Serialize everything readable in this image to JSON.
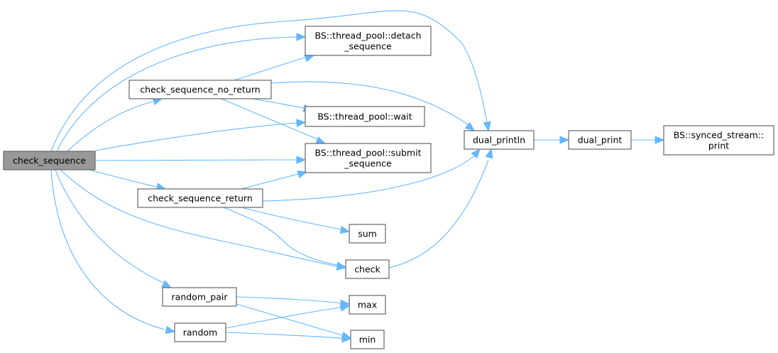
{
  "diagram": {
    "type": "call-graph",
    "edge_color": "#63b8ff",
    "node_border_color": "#666666",
    "root_fill_color": "#999999",
    "nodes": [
      {
        "id": "check_sequence",
        "lines": [
          "check_sequence"
        ],
        "root": true
      },
      {
        "id": "check_sequence_no_return",
        "lines": [
          "check_sequence_no_return"
        ]
      },
      {
        "id": "check_sequence_return",
        "lines": [
          "check_sequence_return"
        ]
      },
      {
        "id": "random_pair",
        "lines": [
          "random_pair"
        ]
      },
      {
        "id": "random",
        "lines": [
          "random"
        ]
      },
      {
        "id": "detach_sequence",
        "lines": [
          "BS::thread_pool::detach",
          "_sequence"
        ]
      },
      {
        "id": "wait",
        "lines": [
          "BS::thread_pool::wait"
        ]
      },
      {
        "id": "submit_sequence",
        "lines": [
          "BS::thread_pool::submit",
          "_sequence"
        ]
      },
      {
        "id": "sum",
        "lines": [
          "sum"
        ]
      },
      {
        "id": "check",
        "lines": [
          "check"
        ]
      },
      {
        "id": "max",
        "lines": [
          "max"
        ]
      },
      {
        "id": "min",
        "lines": [
          "min"
        ]
      },
      {
        "id": "dual_println",
        "lines": [
          "dual_println"
        ]
      },
      {
        "id": "dual_print",
        "lines": [
          "dual_print"
        ]
      },
      {
        "id": "synced_print",
        "lines": [
          "BS::synced_stream::",
          "print"
        ]
      }
    ],
    "edges": [
      {
        "from": "check_sequence",
        "to": "dual_println"
      },
      {
        "from": "check_sequence",
        "to": "detach_sequence"
      },
      {
        "from": "check_sequence",
        "to": "check_sequence_no_return"
      },
      {
        "from": "check_sequence",
        "to": "wait"
      },
      {
        "from": "check_sequence",
        "to": "submit_sequence"
      },
      {
        "from": "check_sequence",
        "to": "check_sequence_return"
      },
      {
        "from": "check_sequence",
        "to": "check"
      },
      {
        "from": "check_sequence",
        "to": "random_pair"
      },
      {
        "from": "check_sequence",
        "to": "random"
      },
      {
        "from": "check_sequence_no_return",
        "to": "detach_sequence"
      },
      {
        "from": "check_sequence_no_return",
        "to": "dual_println"
      },
      {
        "from": "check_sequence_no_return",
        "to": "wait"
      },
      {
        "from": "check_sequence_no_return",
        "to": "submit_sequence"
      },
      {
        "from": "check_sequence_return",
        "to": "submit_sequence"
      },
      {
        "from": "check_sequence_return",
        "to": "dual_println"
      },
      {
        "from": "check_sequence_return",
        "to": "sum"
      },
      {
        "from": "check_sequence_return",
        "to": "check"
      },
      {
        "from": "check",
        "to": "dual_println"
      },
      {
        "from": "random_pair",
        "to": "max"
      },
      {
        "from": "random_pair",
        "to": "min"
      },
      {
        "from": "random",
        "to": "max"
      },
      {
        "from": "random",
        "to": "min"
      },
      {
        "from": "dual_println",
        "to": "dual_print"
      },
      {
        "from": "dual_print",
        "to": "synced_print"
      }
    ]
  }
}
